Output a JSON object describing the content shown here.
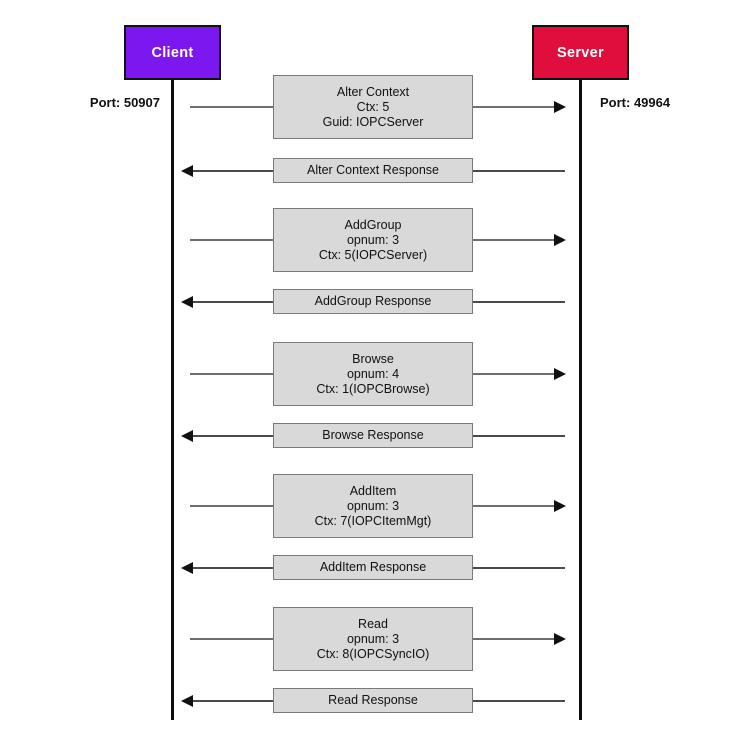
{
  "diagram": {
    "client": {
      "label": "Client",
      "port": "Port: 50907",
      "fill": "#7d17f0"
    },
    "server": {
      "label": "Server",
      "port": "Port: 49964",
      "fill": "#e00e3c"
    },
    "colors": {
      "message_fill": "#d9d9d9",
      "message_border": "#7a7a7a",
      "request_line": "#6e6e6e",
      "response_line": "#4a4a4a",
      "arrowhead": "#111111",
      "lifeline": "#0d0d0d"
    },
    "messages": [
      {
        "direction": "request",
        "lines": [
          "Alter Context",
          "Ctx: 5",
          "Guid: IOPCServer"
        ]
      },
      {
        "direction": "response",
        "lines": [
          "Alter Context Response"
        ]
      },
      {
        "direction": "request",
        "lines": [
          "AddGroup",
          "opnum: 3",
          "Ctx: 5(IOPCServer)"
        ]
      },
      {
        "direction": "response",
        "lines": [
          "AddGroup Response"
        ]
      },
      {
        "direction": "request",
        "lines": [
          "Browse",
          "opnum: 4",
          "Ctx: 1(IOPCBrowse)"
        ]
      },
      {
        "direction": "response",
        "lines": [
          "Browse Response"
        ]
      },
      {
        "direction": "request",
        "lines": [
          "AddItem",
          "opnum: 3",
          "Ctx: 7(IOPCItemMgt)"
        ]
      },
      {
        "direction": "response",
        "lines": [
          "AddItem Response"
        ]
      },
      {
        "direction": "request",
        "lines": [
          "Read",
          "opnum: 3",
          "Ctx: 8(IOPCSyncIO)"
        ]
      },
      {
        "direction": "response",
        "lines": [
          "Read Response"
        ]
      }
    ]
  }
}
